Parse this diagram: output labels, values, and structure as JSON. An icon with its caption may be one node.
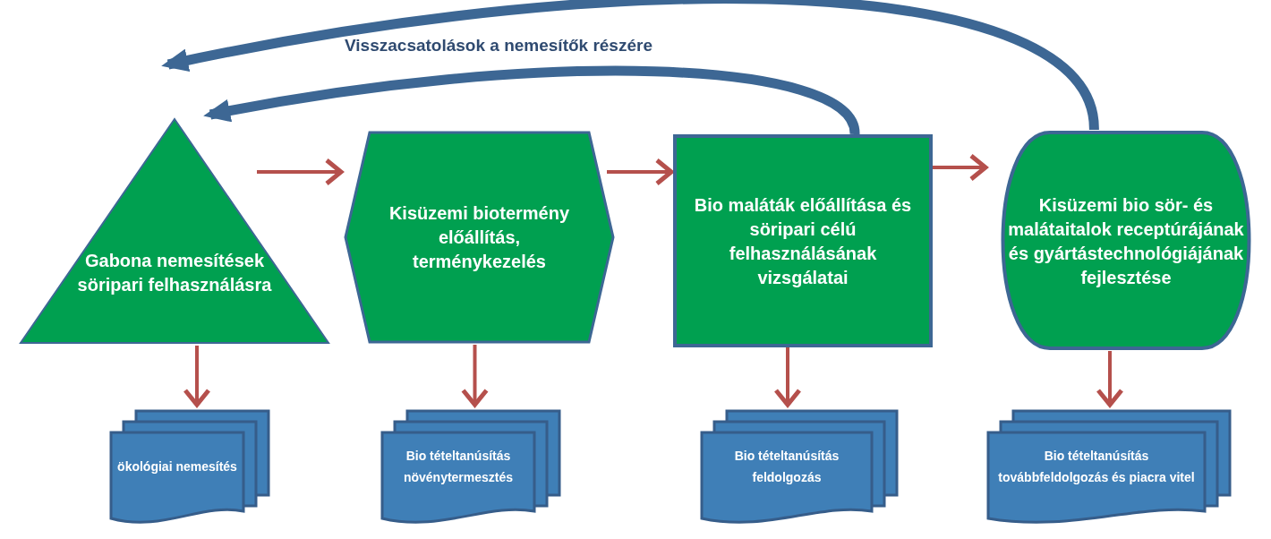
{
  "diagram": {
    "nodes": [
      {
        "text": [
          "Gabona nemesítések söripari felhasználásra"
        ]
      },
      {
        "text": [
          "Kisüzemi biotermény előállítás, terménykezelés"
        ]
      },
      {
        "text": [
          "Bio maláták előállítása és söripari célú felhasználásának vizsgálatai"
        ]
      },
      {
        "text": [
          "Kisüzemi bio sör- és malátaitalok receptúrájának és gyártástechnológiájának fejlesztése"
        ]
      },
      {
        "text": [
          "ökológiai nemesítés"
        ]
      },
      {
        "text": [
          "Bio tételtanúsítás növénytermesztés"
        ]
      },
      {
        "text": [
          "Bio tételtanúsítás feldolgozás"
        ]
      },
      {
        "text": [
          "Bio tételtanúsítás továbbfeldolgozás és piacra vitel"
        ]
      }
    ],
    "edges": [
      {
        "from": 0,
        "to": 1,
        "arrow": "to"
      },
      {
        "from": 1,
        "to": 2,
        "arrow": "to"
      },
      {
        "from": 2,
        "to": 3,
        "arrow": "to"
      },
      {
        "from": 0,
        "to": 4,
        "arrow": "to"
      },
      {
        "from": 1,
        "to": 5,
        "arrow": "to"
      },
      {
        "from": 2,
        "to": 6,
        "arrow": "to"
      },
      {
        "from": 3,
        "to": 7,
        "arrow": "to"
      },
      {
        "from": 3,
        "to": 0,
        "arrow": "to",
        "style": "thick",
        "color": "#3d6794"
      },
      {
        "from": 2,
        "to": 0,
        "arrow": "to",
        "style": "thick",
        "color": "#3d6794"
      }
    ],
    "labels": [
      "Visszacsatolások a nemesítők részére"
    ]
  }
}
